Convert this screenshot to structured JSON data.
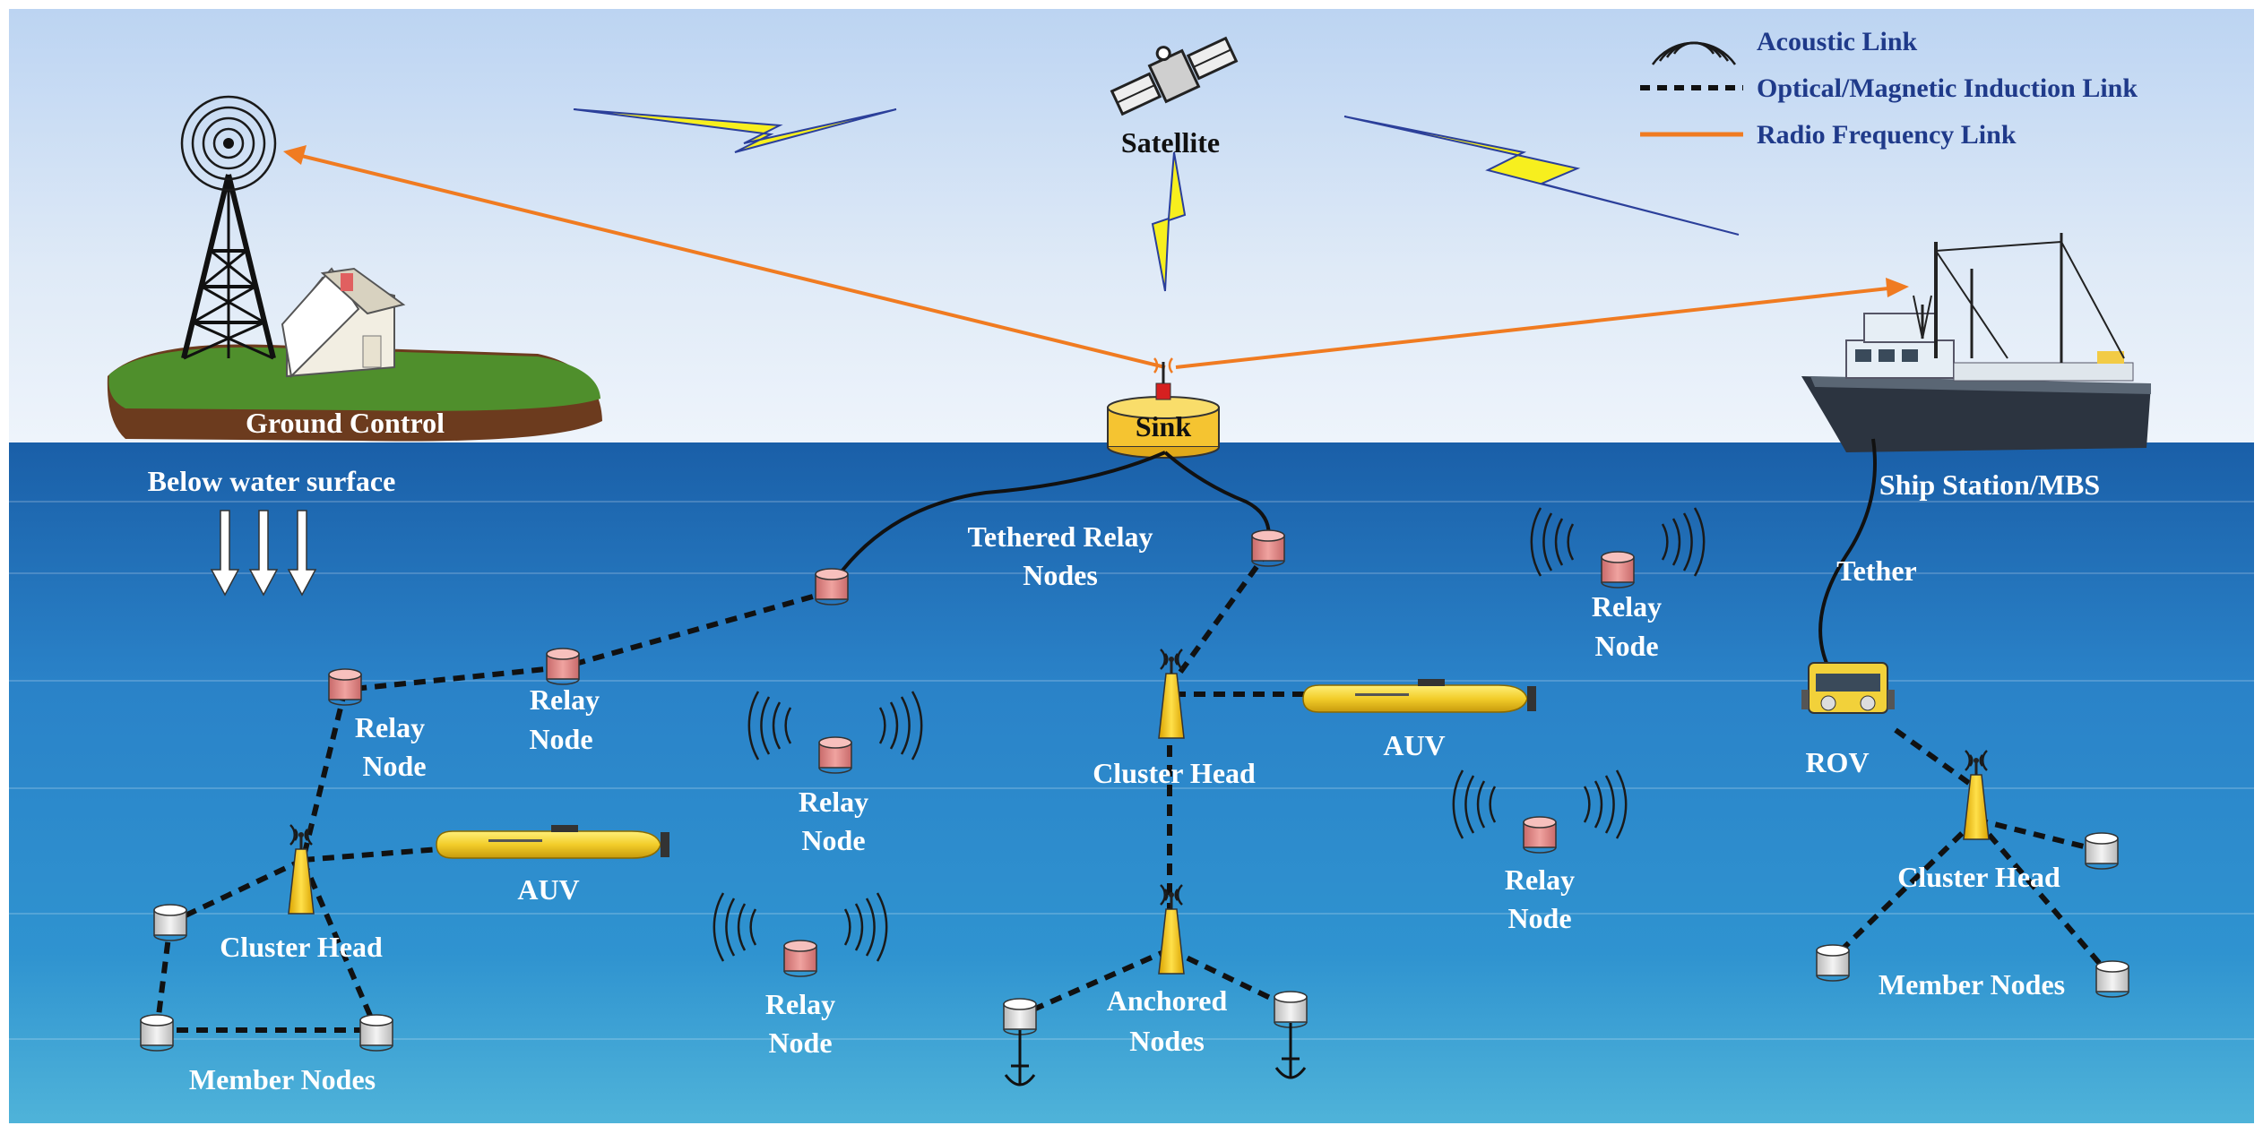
{
  "legend": {
    "acoustic": "Acoustic Link",
    "optical": "Optical/Magnetic Induction Link",
    "radio": "Radio Frequency Link"
  },
  "labels": {
    "satellite": "Satellite",
    "ground_control": "Ground Control",
    "below_surface": "Below water surface",
    "sink": "Sink",
    "ship_station": "Ship Station/MBS",
    "tethered_relay_1": "Tethered Relay",
    "tethered_relay_2": "Nodes",
    "tether": "Tether",
    "rov": "ROV",
    "relay_word": "Relay",
    "node_word": "Node",
    "auv": "AUV",
    "cluster_head": "Cluster Head",
    "member_nodes": "Member Nodes",
    "anchored_1": "Anchored",
    "anchored_2": "Nodes"
  },
  "colors": {
    "radio_link": "#f07b21",
    "relay_node": "#e88a88",
    "cluster_head": "#f5c518",
    "auv_body": "#f2d13a",
    "legend_text": "#1f3a8a",
    "sky_top": "#c8dcf4",
    "sea": "#2a7fc4"
  },
  "icons": [
    "satellite-icon",
    "radio-tower-icon",
    "house-icon",
    "ship-icon",
    "rov-icon",
    "auv-icon",
    "anchor-icon",
    "lightning-icon",
    "acoustic-wave-icon"
  ]
}
